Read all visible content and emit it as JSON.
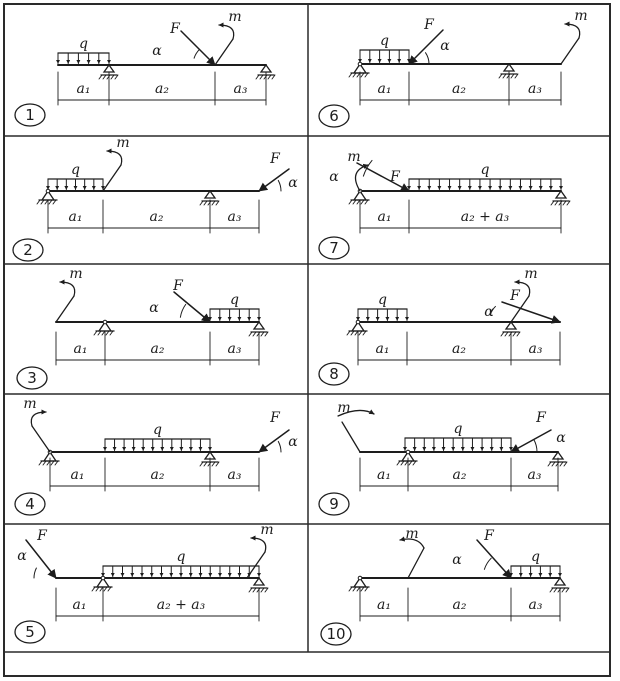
{
  "panels": [
    {
      "number": "1",
      "q": "q",
      "F": "F",
      "m": "m",
      "alpha": "α",
      "spans": [
        "a₁",
        "a₂",
        "a₃"
      ]
    },
    {
      "number": "6",
      "q": "q",
      "F": "F",
      "m": "m",
      "alpha": "α",
      "spans": [
        "a₁",
        "a₂",
        "a₃"
      ]
    },
    {
      "number": "2",
      "q": "q",
      "F": "F",
      "m": "m",
      "alpha": "α",
      "spans": [
        "a₁",
        "a₂",
        "a₃"
      ]
    },
    {
      "number": "7",
      "q": "q",
      "F": "F",
      "m": "m",
      "alpha": "α",
      "spans": [
        "a₁",
        "a₂ + a₃"
      ]
    },
    {
      "number": "3",
      "q": "q",
      "F": "F",
      "m": "m",
      "alpha": "α",
      "spans": [
        "a₁",
        "a₂",
        "a₃"
      ]
    },
    {
      "number": "8",
      "q": "q",
      "F": "F",
      "m": "m",
      "alpha": "α",
      "spans": [
        "a₁",
        "a₂",
        "a₃"
      ]
    },
    {
      "number": "4",
      "q": "q",
      "F": "F",
      "m": "m",
      "alpha": "α",
      "spans": [
        "a₁",
        "a₂",
        "a₃"
      ]
    },
    {
      "number": "9",
      "q": "q",
      "F": "F",
      "m": "m",
      "alpha": "α",
      "spans": [
        "a₁",
        "a₂",
        "a₃"
      ]
    },
    {
      "number": "5",
      "q": "q",
      "F": "F",
      "m": "m",
      "alpha": "α",
      "spans": [
        "a₁",
        "a₂ + a₃"
      ]
    },
    {
      "number": "10",
      "q": "q",
      "F": "F",
      "m": "m",
      "alpha": "α",
      "spans": [
        "a₁",
        "a₂",
        "a₃"
      ]
    }
  ],
  "colors": {
    "ink": "#1d1d1d",
    "paper": "#ffffff",
    "grid": "#2a2a2a"
  }
}
